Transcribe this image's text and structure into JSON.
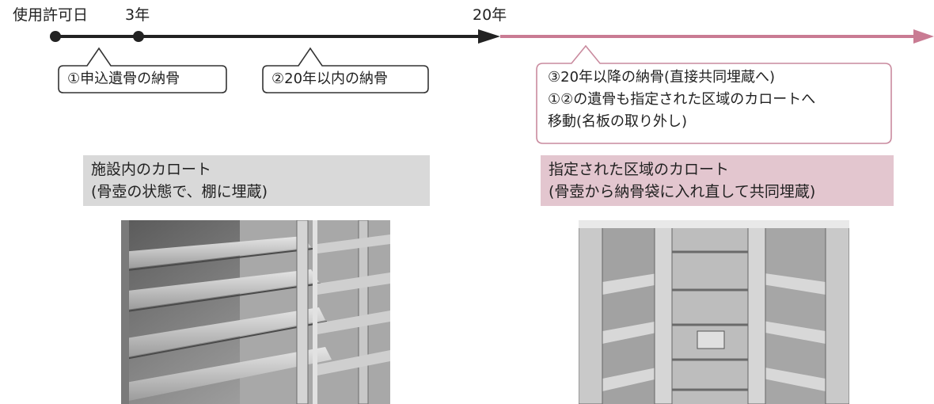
{
  "timeline": {
    "labels": {
      "start": "使用許可日",
      "year3": "3年",
      "year20": "20年"
    },
    "colors": {
      "phase1_line": "#222222",
      "phase2_line": "#c97b93",
      "phase2_border": "#c98a9e"
    }
  },
  "callouts": {
    "c1": "①申込遺骨の納骨",
    "c2": "②20年以内の納骨",
    "c3": [
      "③20年以降の納骨(直接共同埋蔵へ)",
      "①②の遺骨も指定された区域のカロートへ",
      "移動(名板の取り外し)"
    ]
  },
  "panels": {
    "left": {
      "caption_line1": "施設内のカロート",
      "caption_line2": "(骨壺の状態で、棚に埋蔵)",
      "caption_bg": "#d9d9d9",
      "photo_desc": "ossuary-shelves-photo"
    },
    "right": {
      "caption_line1": "指定された区域のカロート",
      "caption_line2": "(骨壺から納骨袋に入れ直して共同埋蔵)",
      "caption_bg": "#e3c6cf",
      "photo_desc": "common-burial-vault-photo"
    }
  }
}
